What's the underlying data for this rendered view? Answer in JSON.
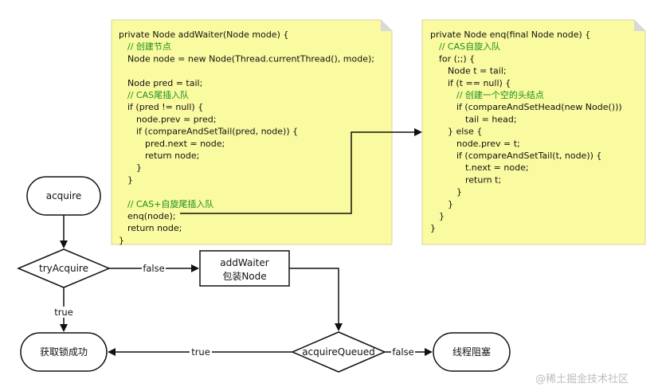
{
  "notes": {
    "add_waiter": {
      "lines": [
        {
          "text": "private Node addWaiter(Node mode) {",
          "comment": false
        },
        {
          "text": "// 创建节点",
          "comment": true
        },
        {
          "text": "Node node = new Node(Thread.currentThread(), mode);",
          "comment": false
        },
        {
          "text": "",
          "comment": false
        },
        {
          "text": "Node pred = tail;",
          "comment": false
        },
        {
          "text": "// CAS尾插入队",
          "comment": true
        },
        {
          "text": "if (pred != null) {",
          "comment": false
        },
        {
          "text": "node.prev = pred;",
          "comment": false
        },
        {
          "text": "if (compareAndSetTail(pred, node)) {",
          "comment": false
        },
        {
          "text": "pred.next = node;",
          "comment": false
        },
        {
          "text": "return node;",
          "comment": false
        },
        {
          "text": "}",
          "comment": false
        },
        {
          "text": "}",
          "comment": false
        },
        {
          "text": "",
          "comment": false
        },
        {
          "text": "// CAS+自旋尾插入队",
          "comment": true
        },
        {
          "text": "enq(node);",
          "comment": false
        },
        {
          "text": "return node;",
          "comment": false
        },
        {
          "text": "}",
          "comment": false
        }
      ]
    },
    "enq": {
      "lines": [
        {
          "text": "private Node enq(final Node node) {",
          "comment": false
        },
        {
          "text": "// CAS自旋入队",
          "comment": true
        },
        {
          "text": "for (;;) {",
          "comment": false
        },
        {
          "text": "Node t = tail;",
          "comment": false
        },
        {
          "text": "if (t == null) {",
          "comment": false
        },
        {
          "text": "// 创建一个空的头结点",
          "comment": true
        },
        {
          "text": "if (compareAndSetHead(new Node()))",
          "comment": false
        },
        {
          "text": "tail = head;",
          "comment": false
        },
        {
          "text": "} else {",
          "comment": false
        },
        {
          "text": "node.prev = t;",
          "comment": false
        },
        {
          "text": "if (compareAndSetTail(t, node)) {",
          "comment": false
        },
        {
          "text": "t.next = node;",
          "comment": false
        },
        {
          "text": "return t;",
          "comment": false
        },
        {
          "text": "}",
          "comment": false
        },
        {
          "text": "}",
          "comment": false
        },
        {
          "text": "}",
          "comment": false
        },
        {
          "text": "}",
          "comment": false
        }
      ]
    }
  },
  "flow": {
    "acquire": "acquire",
    "try_acquire": "tryAcquire",
    "add_waiter_line1": "addWaiter",
    "add_waiter_line2": "包装Node",
    "get_lock": "获取锁成功",
    "acquire_queued": "acquireQueued",
    "thread_blocked": "线程阻塞"
  },
  "edges": {
    "false1": "false",
    "true1": "true",
    "true2": "true",
    "false2": "false"
  },
  "watermark": "@稀土掘金技术社区",
  "colors": {
    "note_fill": "#fafaa0",
    "node_stroke": "#111111",
    "comment_green": "#1a8f1a",
    "watermark_gray": "#bdbdbd"
  }
}
